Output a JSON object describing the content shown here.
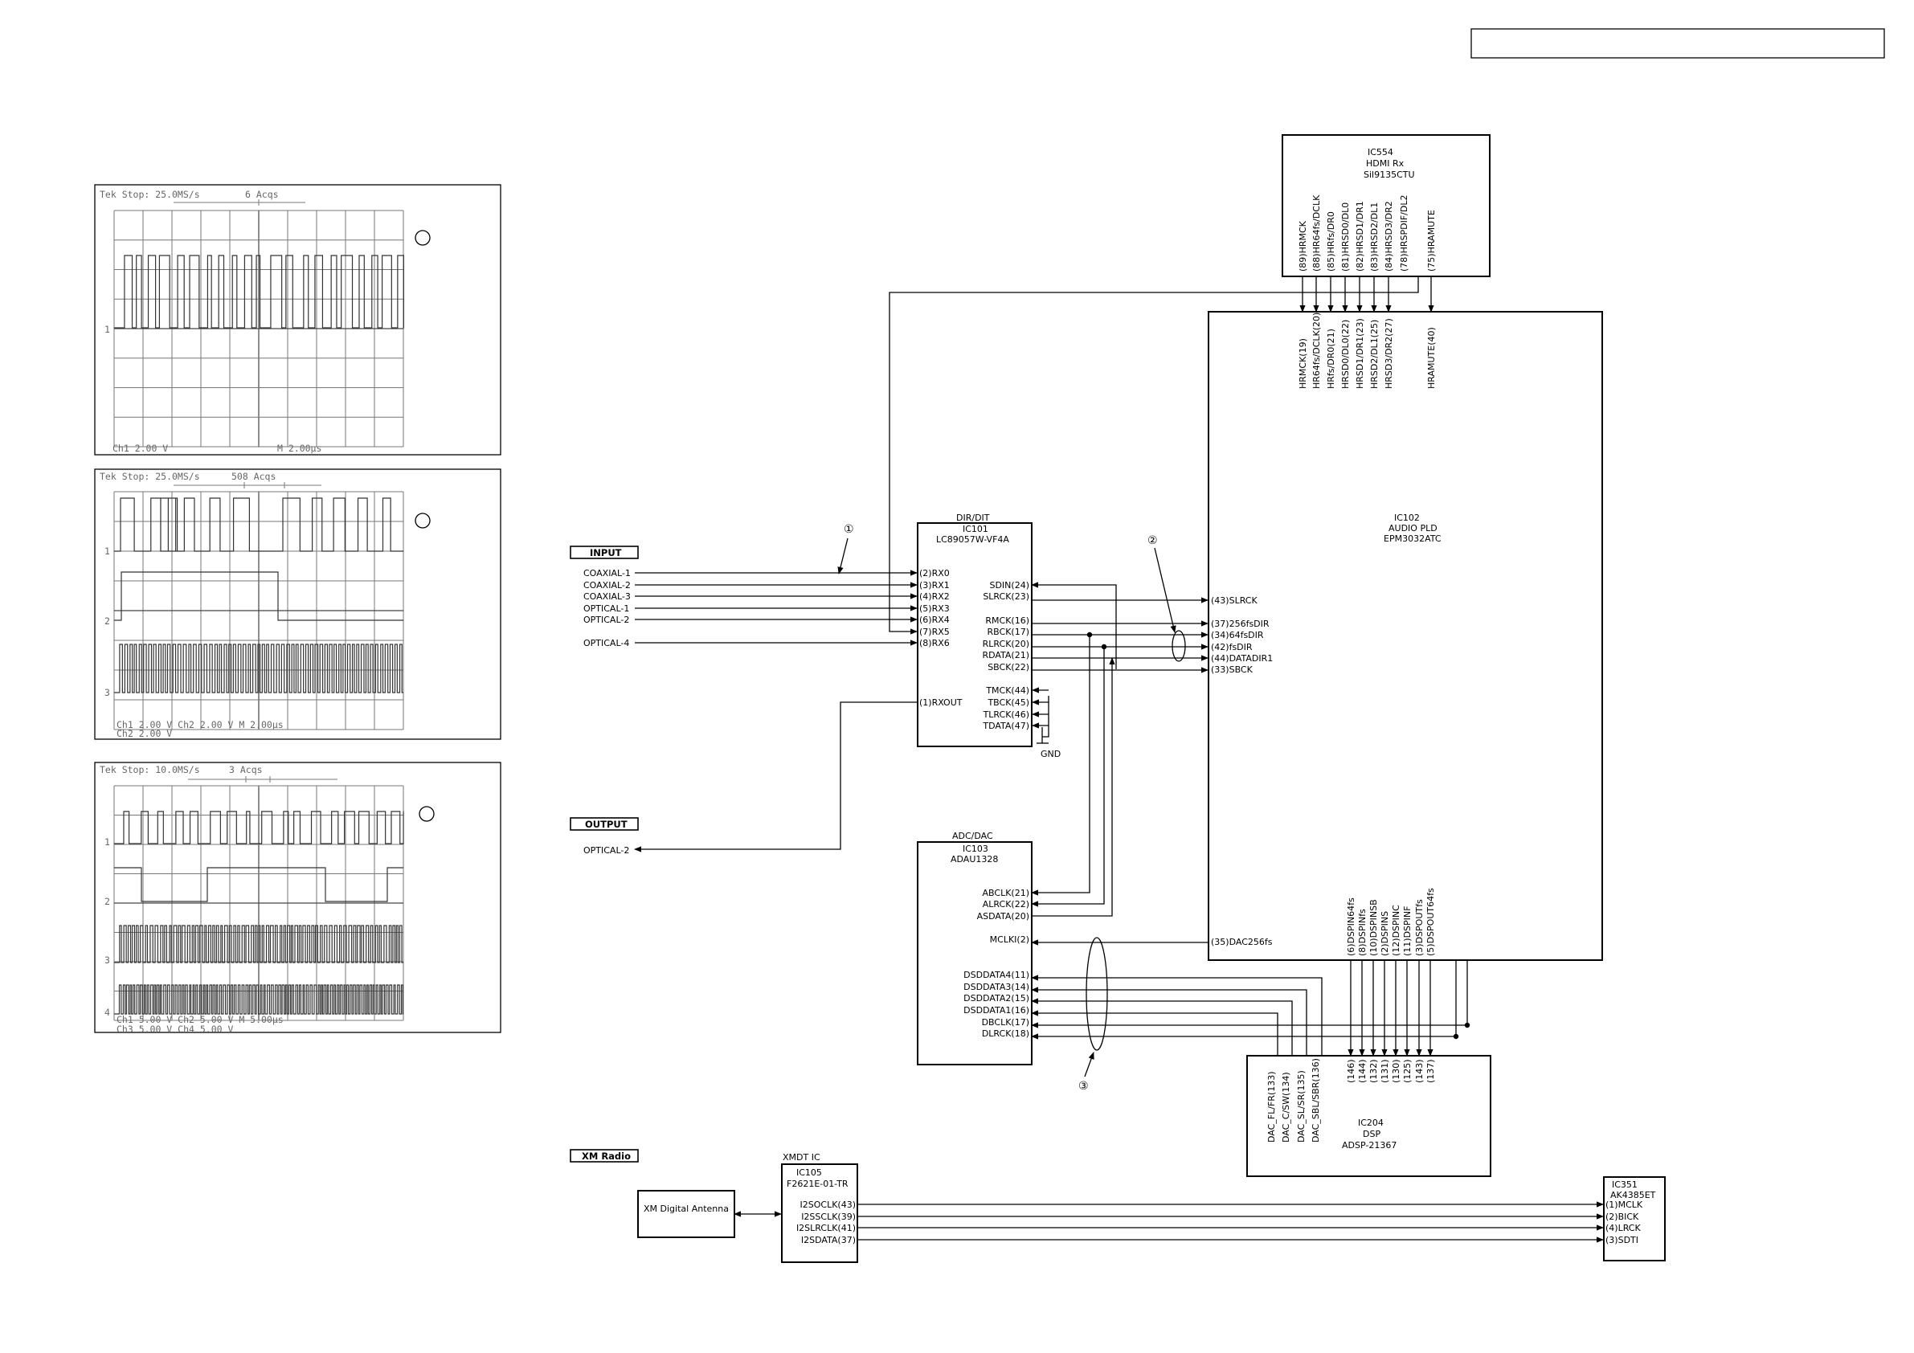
{
  "header_box": "",
  "scopes": [
    {
      "header": "Tek Stop: 25.0MS/s",
      "acqs": "6 Acqs",
      "footer": [
        "Ch1    2.00 V",
        "M 2.00µs"
      ],
      "channels": [
        "1"
      ],
      "marker": ""
    },
    {
      "header": "Tek Stop: 25.0MS/s",
      "acqs": "508 Acqs",
      "footer": [
        "Ch1    2.00 V    Ch2    2.00 V    M 2.00µs",
        "Ch2    2.00 V"
      ],
      "channels": [
        "1",
        "2",
        "3"
      ],
      "marker": ""
    },
    {
      "header": "Tek Stop: 10.0MS/s",
      "acqs": "3 Acqs",
      "footer": [
        "Ch1    5.00 V    Ch2    5.00 V    M 5.00µs",
        "Ch3    5.00 V    Ch4    5.00 V"
      ],
      "channels": [
        "1",
        "2",
        "3",
        "4"
      ],
      "marker": ""
    }
  ],
  "section_tags": {
    "input": "INPUT",
    "output": "OUTPUT",
    "xm_radio": "XM Radio"
  },
  "inputs": [
    "COAXIAL-1",
    "COAXIAL-2",
    "COAXIAL-3",
    "OPTICAL-1",
    "OPTICAL-2",
    "OPTICAL-4"
  ],
  "output_label": "OPTICAL-2",
  "ic554": {
    "title": [
      "IC554",
      "HDMI Rx",
      "Sil9135CTU"
    ],
    "pins": [
      "(89)HRMCK",
      "(88)HR64fs/DCLK",
      "(85)HRfs/DR0",
      "(81)HRSD0/DL0",
      "(82)HRSD1/DR1",
      "(83)HRSD2/DL1",
      "(84)HRSD3/DR2",
      "(78)HRSPDIF/DL2",
      "(75)HRAMUTE"
    ]
  },
  "ic102": {
    "title": [
      "IC102",
      "AUDIO PLD",
      "EPM3032ATC"
    ],
    "top_pins": [
      "HRMCK(19)",
      "HR64fs/DCLK(20)",
      "HRfs/DR0(21)",
      "HRSD0/DL0(22)",
      "HRSD1/DR1(23)",
      "HRSD2/DL1(25)",
      "HRSD3/DR2(27)",
      "HRAMUTE(40)"
    ],
    "left_pins": [
      "(43)SLRCK",
      "(37)256fsDIR",
      "(34)64fsDIR",
      "(42)fsDIR",
      "(44)DATADIR1",
      "(33)SBCK",
      "(35)DAC256fs"
    ],
    "bottom_pins": [
      "(6)DSPIN64fs",
      "(8)DSPINfs",
      "(10)DSPINSB",
      "(2)DSPINS",
      "(12)DSPINC",
      "(11)DSPINF",
      "(3)DSPOUTfs",
      "(5)DSPOUT64fs"
    ]
  },
  "ic101": {
    "title": [
      "DIR/DIT",
      "IC101",
      "LC89057W-VF4A"
    ],
    "left_pins": [
      "(2)RX0",
      "(3)RX1",
      "(4)RX2",
      "(5)RX3",
      "(6)RX4",
      "(7)RX5",
      "(8)RX6",
      "(1)RXOUT"
    ],
    "right_pins": [
      "SDIN(24)",
      "SLRCK(23)",
      "RMCK(16)",
      "RBCK(17)",
      "RLRCK(20)",
      "RDATA(21)",
      "SBCK(22)",
      "TMCK(44)",
      "TBCK(45)",
      "TLRCK(46)",
      "TDATA(47)"
    ],
    "gnd": "GND"
  },
  "ic103": {
    "title": [
      "ADC/DAC",
      "IC103",
      "ADAU1328"
    ],
    "pins": [
      "ABCLK(21)",
      "ALRCK(22)",
      "ASDATA(20)",
      "MCLKI(2)",
      "DSDDATA4(11)",
      "DSDDATA3(14)",
      "DSDDATA2(15)",
      "DSDDATA1(16)",
      "DBCLK(17)",
      "DLRCK(18)"
    ]
  },
  "ic204": {
    "title": [
      "IC204",
      "DSP",
      "ADSP-21367"
    ],
    "pins_left": [
      "DAC_FL/FR(133)",
      "DAC_C/SW(134)",
      "DAC_SL/SR(135)",
      "DAC_SBL/SBR(136)"
    ],
    "pins_right": [
      "(146)",
      "(144)",
      "(132)",
      "(131)",
      "(130)",
      "(125)",
      "(143)",
      "(137)"
    ]
  },
  "xm": {
    "antenna": "XM Digital Antenna",
    "ic105": [
      "XMDT IC",
      "IC105",
      "F2621E-01-TR"
    ],
    "pins": [
      "I2SOCLK(43)",
      "I2SSCLK(39)",
      "I2SLRCLK(41)",
      "I2SDATA(37)"
    ]
  },
  "ic351": {
    "title": [
      "IC351",
      "AK4385ET"
    ],
    "pins": [
      "(1)MCLK",
      "(2)BICK",
      "(4)LRCK",
      "(3)SDTI"
    ]
  },
  "callouts": [
    "①",
    "②",
    "③"
  ]
}
